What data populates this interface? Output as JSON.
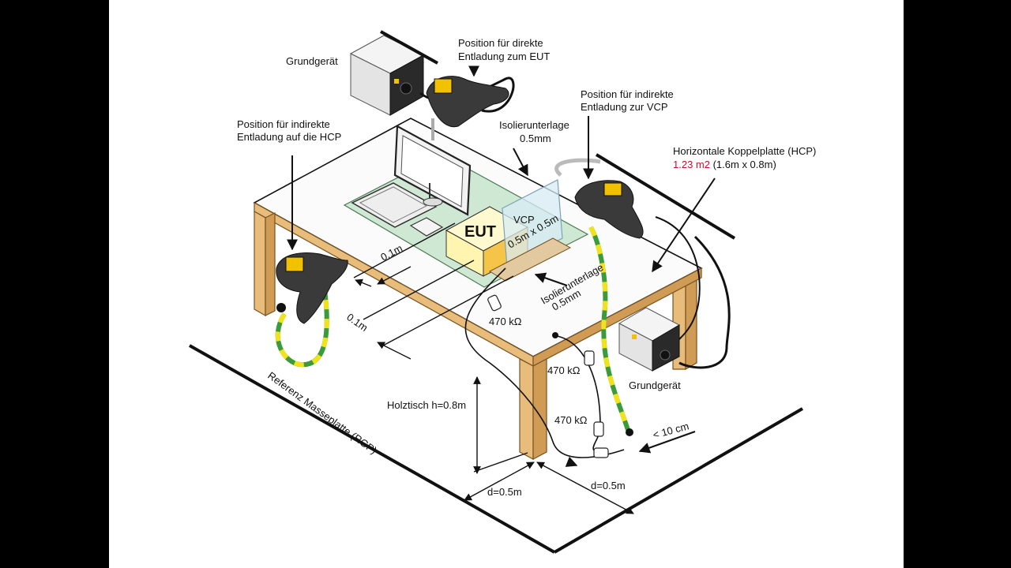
{
  "labels": {
    "grundgeraet_top": "Grundgerät",
    "grundgeraet_right": "Grundgerät",
    "direct_l1": "Position für direkte",
    "direct_l2": "Entladung zum EUT",
    "indirect_vcp_l1": "Position für indirekte",
    "indirect_vcp_l2": "Entladung zur VCP",
    "indirect_hcp_l1": "Position für indirekte",
    "indirect_hcp_l2": "Entladung auf die HCP",
    "iso_top_l1": "Isolierunterlage",
    "iso_top_l2": "0.5mm",
    "hcp_l1": "Horizontale Koppelplatte (HCP)",
    "hcp_area": "1.23 m2",
    "hcp_dims": " (1.6m x 0.8m)",
    "eut": "EUT",
    "vcp_l1": "VCP",
    "vcp_l2": "0.5m x 0.5m",
    "dist_01_upper": "0.1m",
    "dist_01_lower": "0.1m",
    "iso_rot_l1": "Isolierunterlage",
    "iso_rot_l2": "0.5mm",
    "res_1": "470 kΩ",
    "res_2": "470 kΩ",
    "res_3": "470 kΩ",
    "holztisch": "Holztisch h=0.8m",
    "lt10": "< 10 cm",
    "d_left": "d=0.5m",
    "d_right": "d=0.5m",
    "rgp": "Referenz Masseplatte (RGP)"
  },
  "colors": {
    "background": "#000000",
    "canvas": "#ffffff",
    "hcp_plate": "#cfe8d4",
    "eut_box": "#fff5b0",
    "wood": "#e8bd7c",
    "ground_green": "#3b9a3b",
    "ground_yellow": "#f2e21c",
    "accent_red": "#c8102e"
  },
  "icons": [
    "esd-gun-icon",
    "generator-box-icon",
    "monitor-icon",
    "keyboard-icon",
    "resistor-icon"
  ]
}
